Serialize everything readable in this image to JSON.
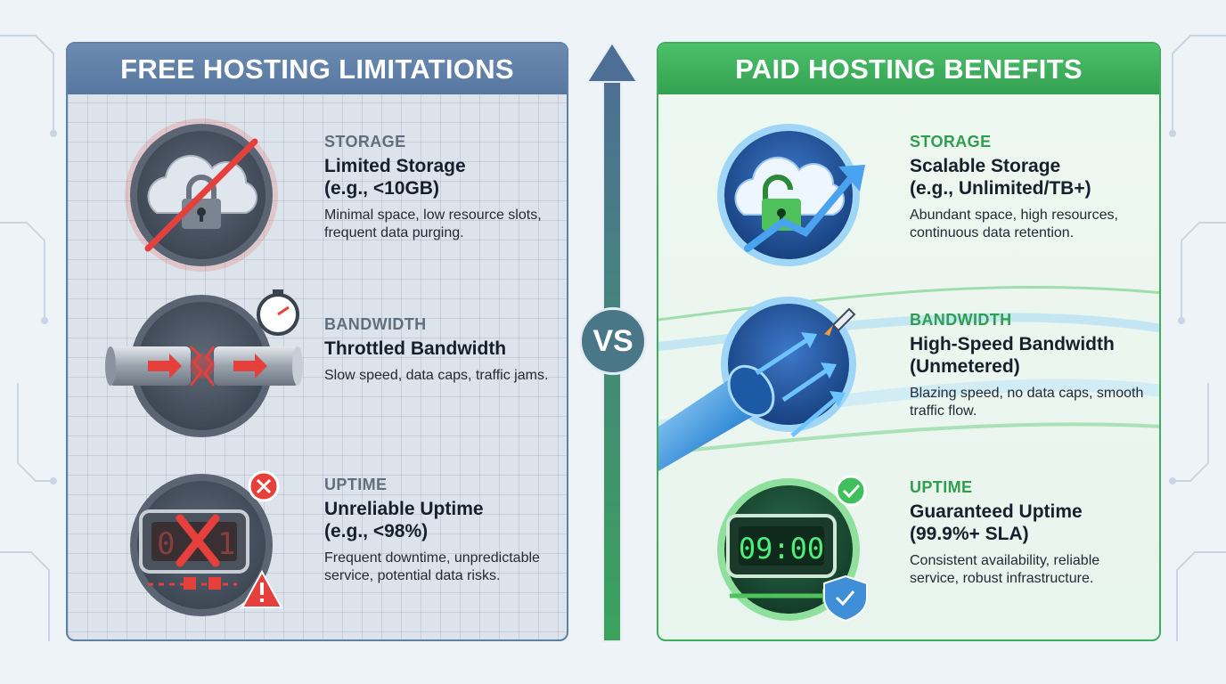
{
  "free": {
    "header": "FREE HOSTING LIMITATIONS",
    "rows": [
      {
        "category": "STORAGE",
        "title": "Limited Storage\n(e.g., <10GB)",
        "description": "Minimal space, low resource slots, frequent data purging."
      },
      {
        "category": "BANDWIDTH",
        "title": "Throttled Bandwidth",
        "description": "Slow speed, data caps, traffic jams."
      },
      {
        "category": "UPTIME",
        "title": "Unreliable Uptime\n(e.g., <98%)",
        "description": "Frequent downtime, unpredictable service, potential data risks."
      }
    ]
  },
  "paid": {
    "header": "PAID HOSTING BENEFITS",
    "rows": [
      {
        "category": "STORAGE",
        "title": "Scalable Storage\n(e.g., Unlimited/TB+)",
        "description": "Abundant space, high resources, continuous data retention."
      },
      {
        "category": "BANDWIDTH",
        "title": "High-Speed Bandwidth\n(Unmetered)",
        "description": "Blazing speed, no data caps, smooth traffic flow."
      },
      {
        "category": "UPTIME",
        "title": "Guaranteed Uptime\n(99.9%+ SLA)",
        "description": "Consistent availability, reliable service, robust infrastructure."
      }
    ]
  },
  "vs_label": "VS",
  "clock_display": "09:00",
  "colors": {
    "free_accent": "#5e7fa8",
    "paid_accent": "#3fae5a",
    "warning_red": "#e5403c",
    "success_green": "#3fc05a",
    "vs_circle": "#4a7788"
  },
  "icons": [
    "cloud-lock-crossed-icon",
    "broken-pipe-stopwatch-icon",
    "broken-clock-warning-icon",
    "cloud-unlock-growth-icon",
    "fast-pipe-rocket-icon",
    "clock-shield-check-icon",
    "up-arrow-icon"
  ]
}
